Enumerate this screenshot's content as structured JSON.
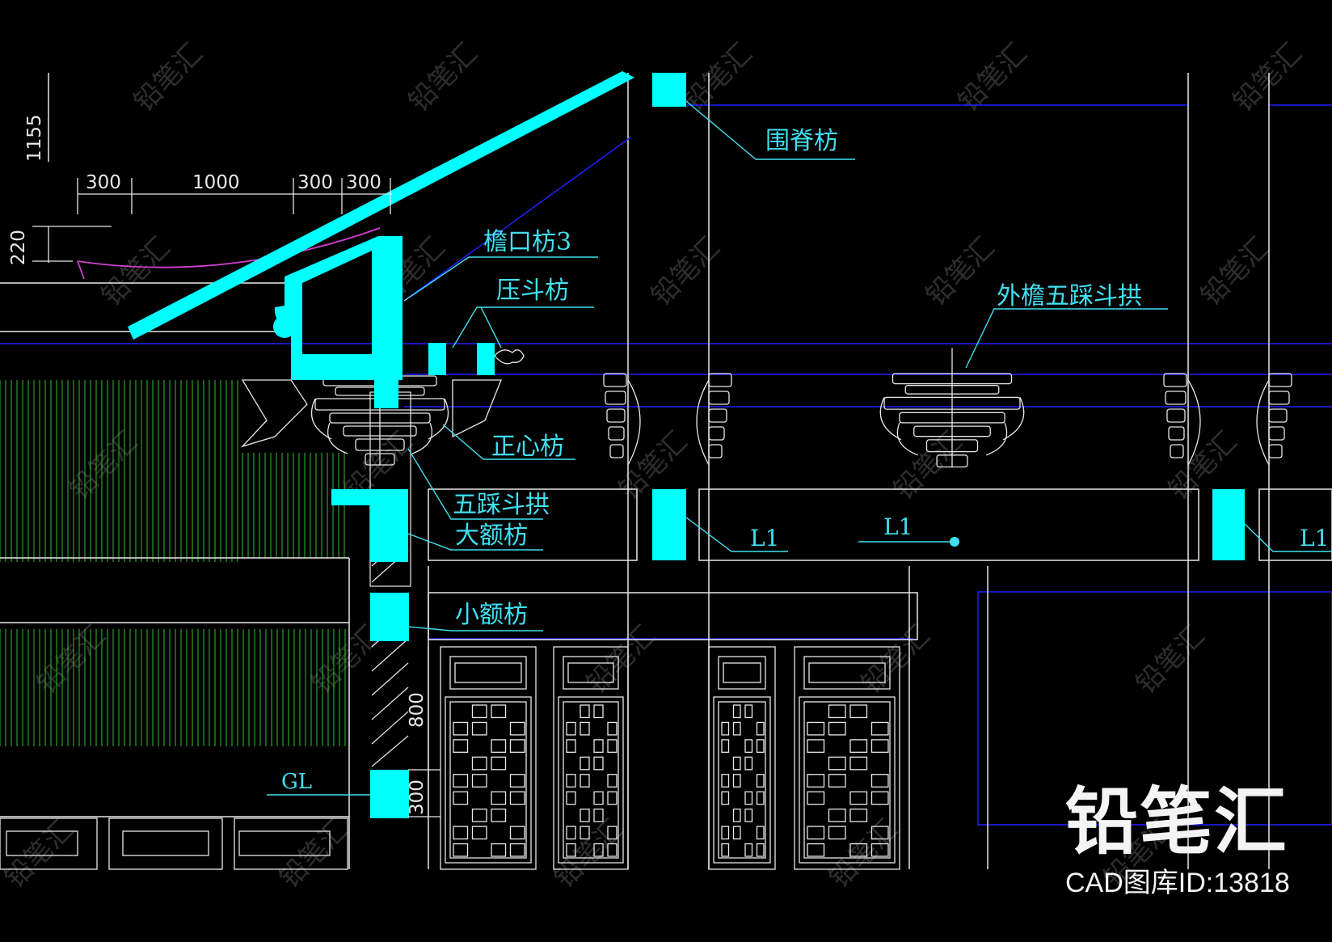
{
  "labels": {
    "weijifang": "围脊枋",
    "yankoufang": "檐口枋3",
    "yadoufang": "压斗枋",
    "waiyan": "外檐五踩斗拱",
    "zhengxinfang": "正心枋",
    "wucaidougong": "五踩斗拱",
    "daefang": "大额枋",
    "xiaoefang": "小额枋",
    "gl": "GL",
    "l1_a": "L1",
    "l1_b": "L1",
    "l1_c": "L1"
  },
  "dims": {
    "d1155": "1155",
    "d300a": "300",
    "d1000": "1000",
    "d300b": "300",
    "d300c": "300",
    "d220": "220",
    "d800": "800",
    "d300v": "300"
  },
  "brand": {
    "name": "铅笔汇",
    "id_text": "CAD图库ID:13818"
  },
  "colors": {
    "cyan": "#00ffff",
    "label_cyan": "#40e0f0",
    "blue_line": "#2020ff",
    "white_line": "#e8e8e8",
    "green_hatch": "#30c030",
    "magenta": "#d040d0"
  }
}
